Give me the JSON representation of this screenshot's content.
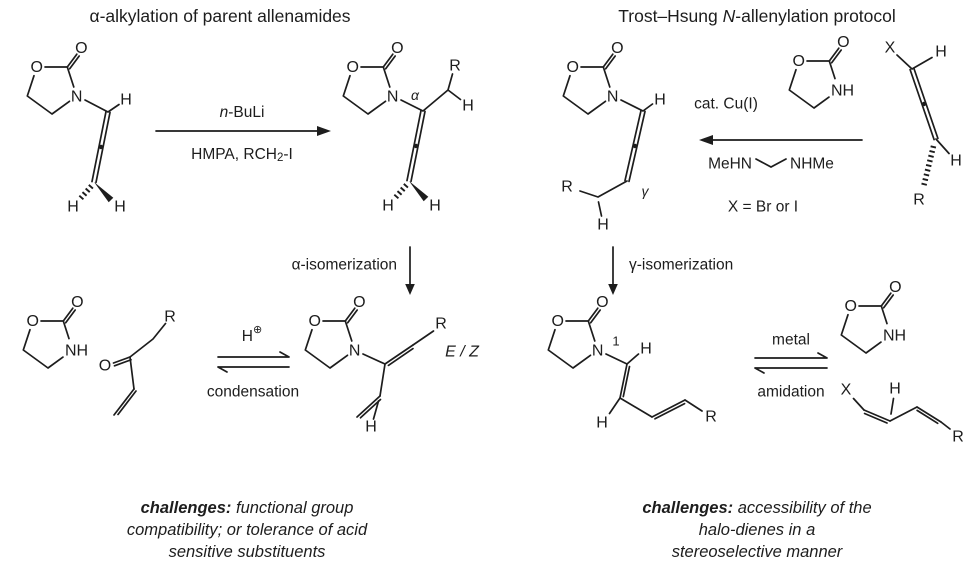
{
  "colors": {
    "red": "#e60000",
    "blue": "#0a0ae6",
    "bond": "#1d1d1d"
  },
  "atoms": {
    "O": "O",
    "N": "N",
    "NH": "NH",
    "H": "H",
    "R": "R",
    "X": "X"
  },
  "left": {
    "title": "α-alkylation of parent allenamides",
    "arrow_above_italic": "n",
    "arrow_above_rest": "-BuLi",
    "arrow_below_pre": "HMPA, RCH",
    "arrow_below_sub": "2",
    "arrow_below_post": "-I",
    "alpha": "α",
    "isomerization": "α-isomerization",
    "proton": "H",
    "proton_charge": "⊕",
    "condensation": "condensation",
    "ez": "E / Z",
    "challenges_lead": "challenges:",
    "challenges_line1": "functional group",
    "challenges_line2": "compatibility; or tolerance of acid",
    "challenges_line3": "sensitive substituents"
  },
  "right": {
    "title_pre": "Trost–Hsung ",
    "title_italic": "N",
    "title_post": "-allenylation protocol",
    "catalyst": "cat. Cu(I)",
    "amine_left": "MeHN",
    "amine_right": "NHMe",
    "x_def": "X = Br or I",
    "gamma": "γ",
    "isomerization": "γ-isomerization",
    "pos1": "1",
    "metal": "metal",
    "amidation": "amidation",
    "challenges_lead": "challenges:",
    "challenges_line1": "accessibility of the",
    "challenges_line2": "halo-dienes in a",
    "challenges_line3": "stereoselective manner"
  }
}
